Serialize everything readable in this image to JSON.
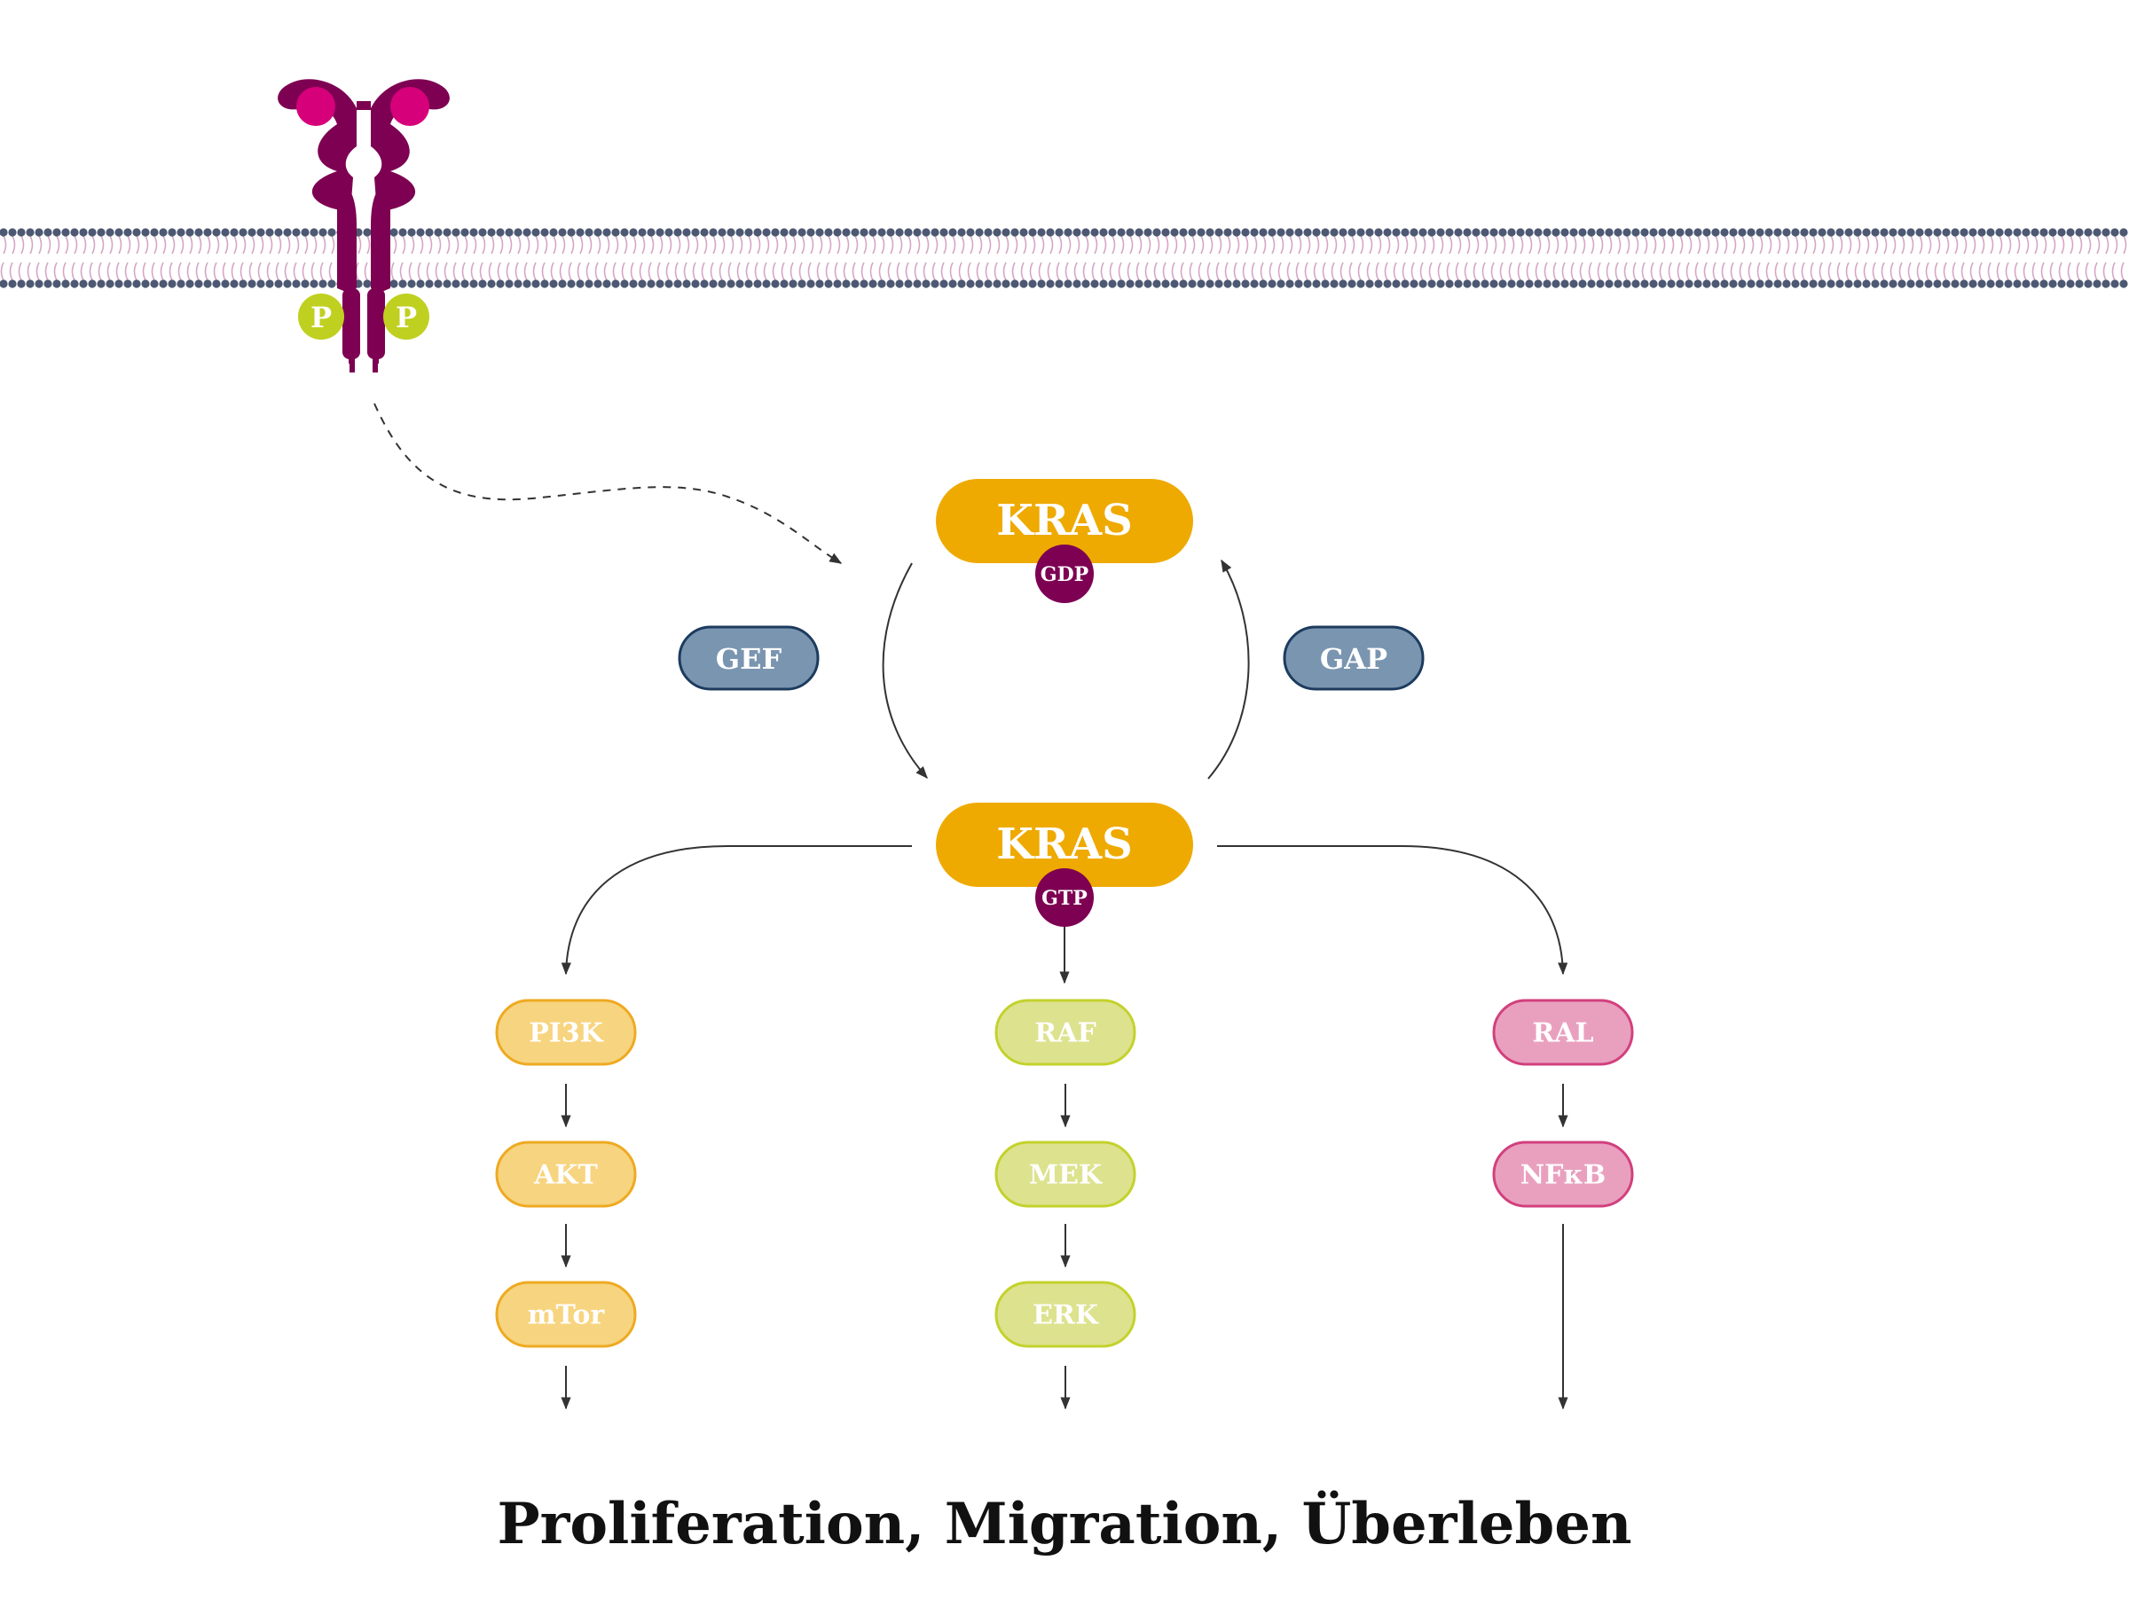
{
  "receptor": {
    "phospho_left": "P",
    "phospho_right": "P"
  },
  "kras_top": {
    "label": "KRAS",
    "badge": "GDP"
  },
  "kras_bottom": {
    "label": "KRAS",
    "badge": "GTP"
  },
  "regulators": {
    "gef": "GEF",
    "gap": "GAP"
  },
  "pathways": {
    "pi3k": [
      "PI3K",
      "AKT",
      "mTor"
    ],
    "raf": [
      "RAF",
      "MEK",
      "ERK"
    ],
    "ral": [
      "RAL",
      "NFκB"
    ]
  },
  "caption": "Proliferation, Migration, Überleben",
  "colors": {
    "membrane_head": "#4d5872",
    "membrane_tail": "#d6a6c6",
    "receptor": "#7d0052",
    "receptor_ligand": "#d6007a",
    "phospho": "#c0d020",
    "kras": "#eeaa00",
    "badge": "#7d0052",
    "regulator_fill": "#7a95b0",
    "regulator_stroke": "#1c3b5e",
    "pi3k_fill": "#f7d47f",
    "pi3k_stroke": "#eeaa22",
    "raf_fill": "#dde28f",
    "raf_stroke": "#c3d22c",
    "ral_fill": "#e9a0bf",
    "ral_stroke": "#d2407d",
    "arrow": "#333333"
  }
}
